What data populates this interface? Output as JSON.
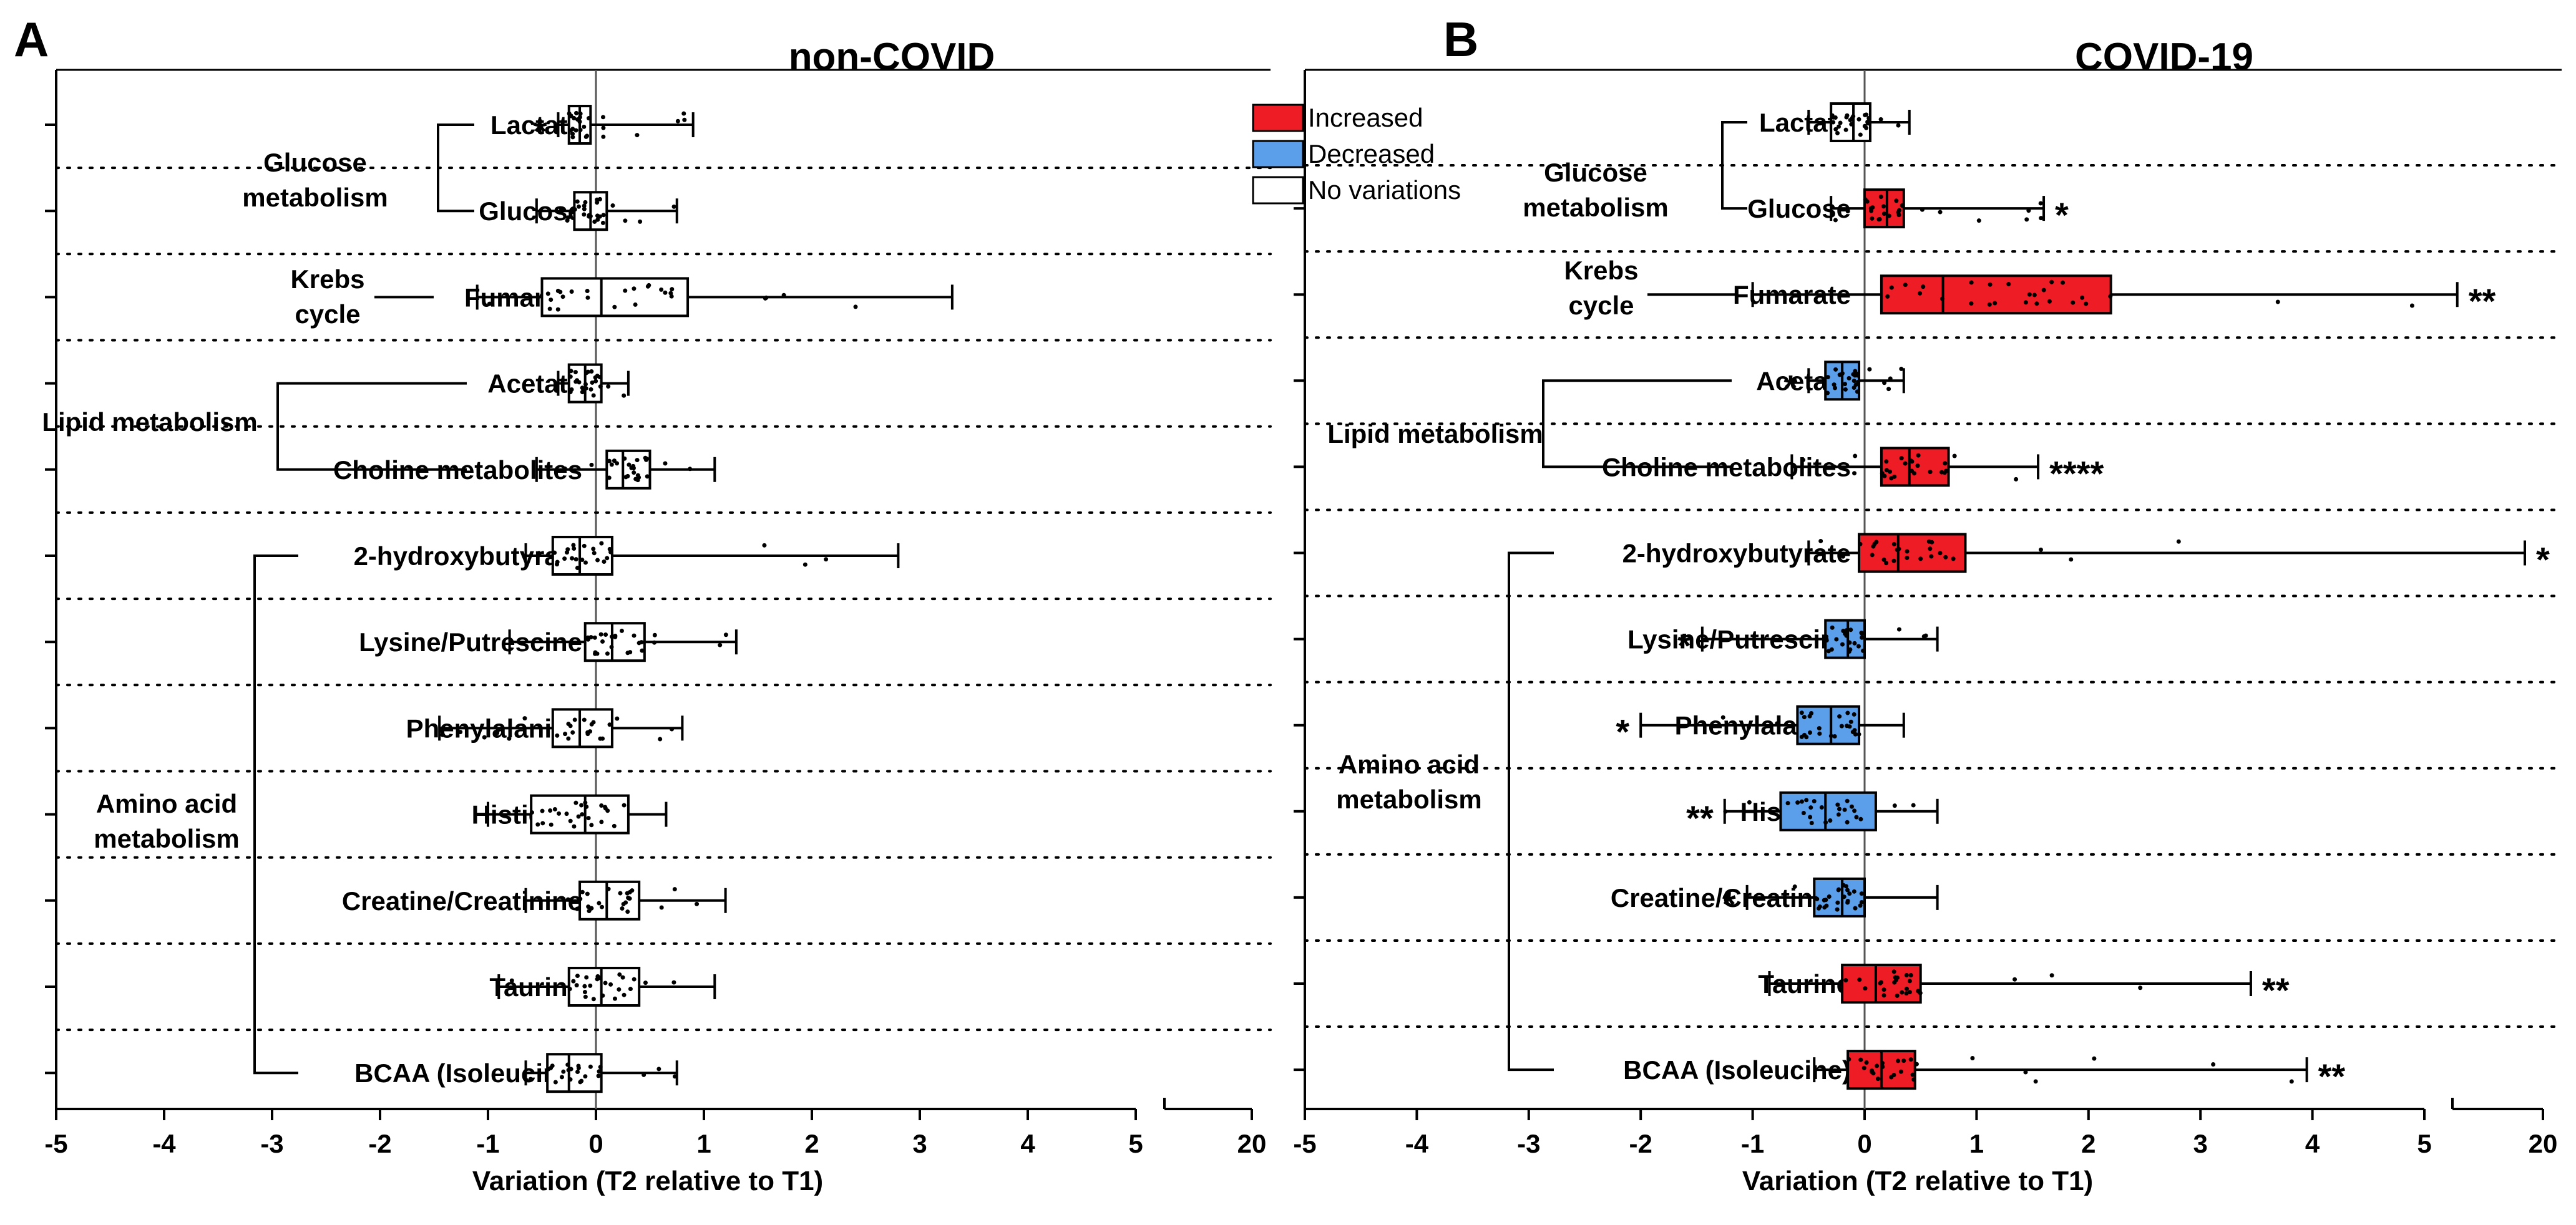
{
  "colors": {
    "increased": "#ee1c25",
    "decreased": "#5b9ee9",
    "no_variation": "#ffffff",
    "ink": "#000000"
  },
  "legend": [
    {
      "label": "Increased",
      "key": "increased"
    },
    {
      "label": "Decreased",
      "key": "decreased"
    },
    {
      "label": "No variations",
      "key": "no_variation"
    }
  ],
  "chart_data": [
    {
      "type": "box",
      "panel_letter": "A",
      "title": "non-COVID",
      "xlabel": "Variation (T2 relative to T1)",
      "x_ticks": [
        "-5",
        "-4",
        "-3",
        "-2",
        "-1",
        "0",
        "1",
        "2",
        "3",
        "4",
        "5",
        "20"
      ],
      "x_range": [
        -5,
        5
      ],
      "x_break_segment": [
        5,
        20
      ],
      "reference_line": 0,
      "groups": [
        {
          "label_lines": [
            "Glucose",
            "metabolism"
          ],
          "rows": [
            "Lactate",
            "Glucose"
          ]
        },
        {
          "label_lines": [
            "Krebs",
            "cycle"
          ],
          "rows": [
            "Fumarate"
          ]
        },
        {
          "label_lines": [
            "Lipid metabolism"
          ],
          "rows": [
            "Acetate",
            "Choline metabolites"
          ]
        },
        {
          "label_lines": [
            "Amino acid",
            "metabolism"
          ],
          "rows": [
            "2-hydroxybutyrate",
            "Lysine/Putrescine",
            "Phenylalanine",
            "Histidine",
            "Creatine/Creatinine",
            "Taurine",
            "BCAA (Isoleucine)"
          ]
        }
      ],
      "rows": [
        {
          "label": "Lactate",
          "whisker": [
            -0.35,
            0.9
          ],
          "q1": -0.25,
          "median": -0.15,
          "q3": -0.05,
          "status": "no_variation",
          "sig": "*",
          "sig_side": "left"
        },
        {
          "label": "Glucose",
          "whisker": [
            -0.55,
            0.75
          ],
          "q1": -0.2,
          "median": -0.05,
          "q3": 0.1,
          "status": "no_variation",
          "sig": "",
          "sig_side": ""
        },
        {
          "label": "Fumarate",
          "whisker": [
            -1.1,
            3.3
          ],
          "q1": -0.5,
          "median": 0.05,
          "q3": 0.85,
          "status": "no_variation",
          "sig": "",
          "sig_side": ""
        },
        {
          "label": "Acetate",
          "whisker": [
            -0.35,
            0.3
          ],
          "q1": -0.25,
          "median": -0.1,
          "q3": 0.05,
          "status": "no_variation",
          "sig": "",
          "sig_side": ""
        },
        {
          "label": "Choline metabolites",
          "whisker": [
            -0.55,
            1.1
          ],
          "q1": 0.1,
          "median": 0.25,
          "q3": 0.5,
          "status": "no_variation",
          "sig": "",
          "sig_side": ""
        },
        {
          "label": "2-hydroxybutyrate",
          "whisker": [
            -0.65,
            2.8
          ],
          "q1": -0.4,
          "median": -0.15,
          "q3": 0.15,
          "status": "no_variation",
          "sig": "",
          "sig_side": ""
        },
        {
          "label": "Lysine/Putrescine",
          "whisker": [
            -0.8,
            1.3
          ],
          "q1": -0.1,
          "median": 0.15,
          "q3": 0.45,
          "status": "no_variation",
          "sig": "",
          "sig_side": ""
        },
        {
          "label": "Phenylalanine",
          "whisker": [
            -1.45,
            0.8
          ],
          "q1": -0.4,
          "median": -0.15,
          "q3": 0.15,
          "status": "no_variation",
          "sig": "",
          "sig_side": ""
        },
        {
          "label": "Histidine",
          "whisker": [
            -1.0,
            0.65
          ],
          "q1": -0.6,
          "median": -0.1,
          "q3": 0.3,
          "status": "no_variation",
          "sig": "",
          "sig_side": ""
        },
        {
          "label": "Creatine/Creatinine",
          "whisker": [
            -0.65,
            1.2
          ],
          "q1": -0.15,
          "median": 0.1,
          "q3": 0.4,
          "status": "no_variation",
          "sig": "",
          "sig_side": ""
        },
        {
          "label": "Taurine",
          "whisker": [
            -0.9,
            1.1
          ],
          "q1": -0.25,
          "median": 0.05,
          "q3": 0.4,
          "status": "no_variation",
          "sig": "",
          "sig_side": ""
        },
        {
          "label": "BCAA (Isoleucine)",
          "whisker": [
            -0.65,
            0.75
          ],
          "q1": -0.45,
          "median": -0.25,
          "q3": 0.05,
          "status": "no_variation",
          "sig": "",
          "sig_side": ""
        }
      ]
    },
    {
      "type": "box",
      "panel_letter": "B",
      "title": "COVID-19",
      "xlabel": "Variation (T2 relative to T1)",
      "x_ticks": [
        "-5",
        "-4",
        "-3",
        "-2",
        "-1",
        "0",
        "1",
        "2",
        "3",
        "4",
        "5",
        "20"
      ],
      "x_range": [
        -5,
        5
      ],
      "x_break_segment": [
        5,
        20
      ],
      "reference_line": 0,
      "groups": [
        {
          "label_lines": [
            "Glucose",
            "metabolism"
          ],
          "rows": [
            "Lactate",
            "Glucose"
          ]
        },
        {
          "label_lines": [
            "Krebs",
            "cycle"
          ],
          "rows": [
            "Fumarate"
          ]
        },
        {
          "label_lines": [
            "Lipid metabolism"
          ],
          "rows": [
            "Acetate",
            "Choline metabolites"
          ]
        },
        {
          "label_lines": [
            "Amino acid",
            "metabolism"
          ],
          "rows": [
            "2-hydroxybutyrate",
            "Lysine/Putrescine",
            "Phenylalanine",
            "Histidine",
            "Creatine/Creatinine",
            "Taurine",
            "BCAA (Isoleucine)"
          ]
        }
      ],
      "rows": [
        {
          "label": "Lactate",
          "whisker": [
            -0.5,
            0.4
          ],
          "q1": -0.3,
          "median": -0.1,
          "q3": 0.05,
          "status": "no_variation",
          "sig": "",
          "sig_side": ""
        },
        {
          "label": "Glucose",
          "whisker": [
            -0.3,
            1.6
          ],
          "q1": 0.0,
          "median": 0.2,
          "q3": 0.35,
          "status": "increased",
          "sig": "*",
          "sig_side": "right"
        },
        {
          "label": "Fumarate",
          "whisker": [
            -1.0,
            5.8
          ],
          "q1": 0.15,
          "median": 0.7,
          "q3": 2.2,
          "status": "increased",
          "sig": "**",
          "sig_side": "right"
        },
        {
          "label": "Acetate",
          "whisker": [
            -0.5,
            0.35
          ],
          "q1": -0.35,
          "median": -0.2,
          "q3": -0.05,
          "status": "decreased",
          "sig": "*",
          "sig_side": "left"
        },
        {
          "label": "Choline metabolites",
          "whisker": [
            -0.65,
            1.55
          ],
          "q1": 0.15,
          "median": 0.4,
          "q3": 0.75,
          "status": "increased",
          "sig": "****",
          "sig_side": "right"
        },
        {
          "label": "2-hydroxybutyrate",
          "whisker": [
            -0.5,
            17.0
          ],
          "q1": -0.05,
          "median": 0.3,
          "q3": 0.9,
          "status": "increased",
          "sig": "*",
          "sig_side": "right"
        },
        {
          "label": "Lysine/Putrescine",
          "whisker": [
            -1.45,
            0.65
          ],
          "q1": -0.35,
          "median": -0.15,
          "q3": 0.0,
          "status": "decreased",
          "sig": "*",
          "sig_side": "left"
        },
        {
          "label": "Phenylalanine",
          "whisker": [
            -2.0,
            0.35
          ],
          "q1": -0.6,
          "median": -0.3,
          "q3": -0.05,
          "status": "decreased",
          "sig": "*",
          "sig_side": "left"
        },
        {
          "label": "Histidine",
          "whisker": [
            -1.25,
            0.65
          ],
          "q1": -0.75,
          "median": -0.35,
          "q3": 0.1,
          "status": "decreased",
          "sig": "**",
          "sig_side": "left"
        },
        {
          "label": "Creatine/Creatinine",
          "whisker": [
            -1.05,
            0.65
          ],
          "q1": -0.45,
          "median": -0.2,
          "q3": 0.0,
          "status": "decreased",
          "sig": "*",
          "sig_side": "left"
        },
        {
          "label": "Taurine",
          "whisker": [
            -0.85,
            3.45
          ],
          "q1": -0.2,
          "median": 0.1,
          "q3": 0.5,
          "status": "increased",
          "sig": "**",
          "sig_side": "right"
        },
        {
          "label": "BCAA (Isoleucine)",
          "whisker": [
            -0.45,
            3.95
          ],
          "q1": -0.15,
          "median": 0.15,
          "q3": 0.45,
          "status": "increased",
          "sig": "**",
          "sig_side": "right"
        }
      ]
    }
  ]
}
